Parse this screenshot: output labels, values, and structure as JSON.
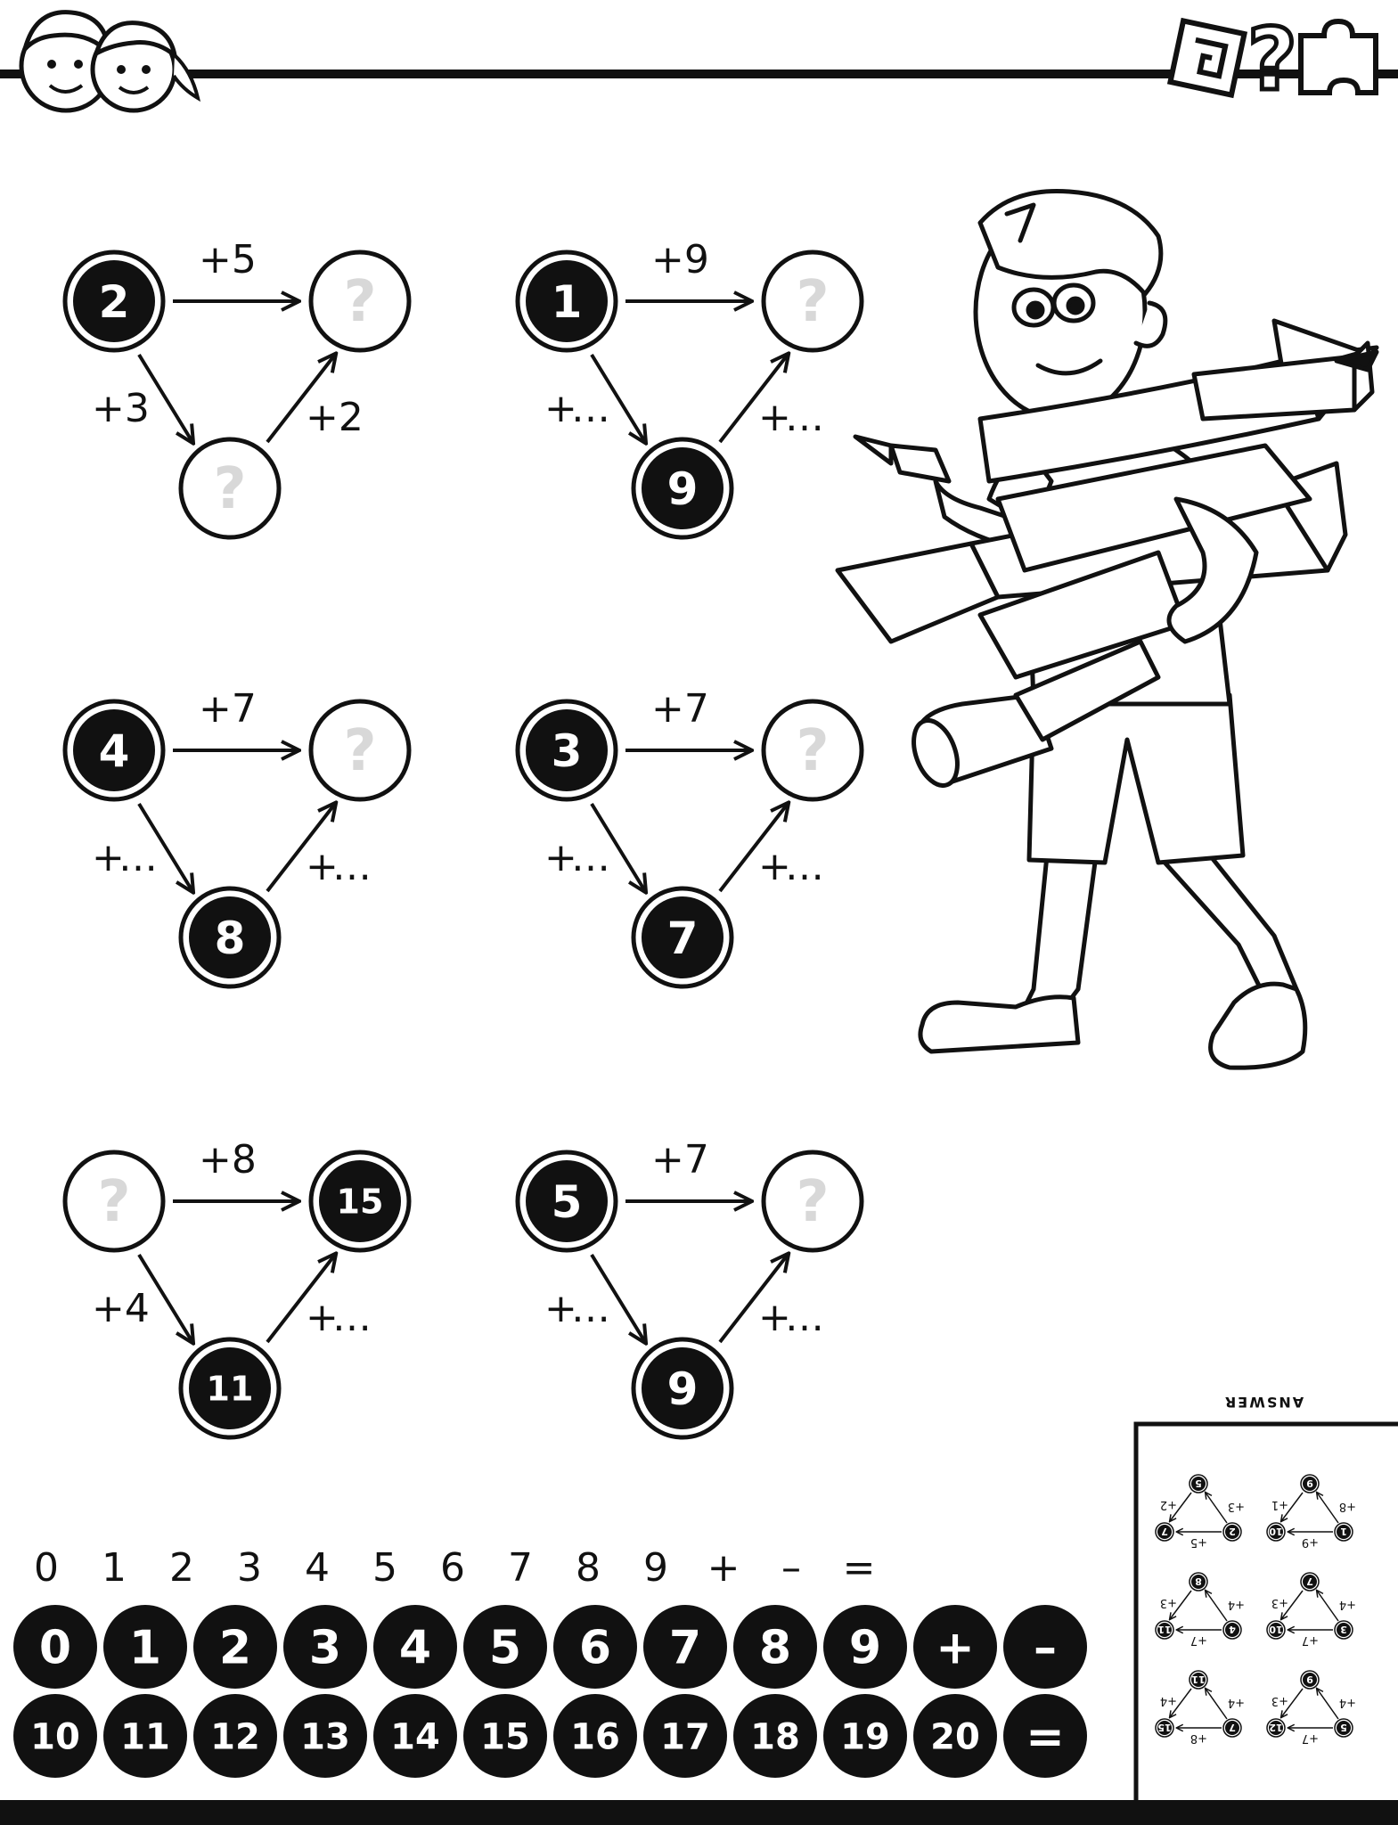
{
  "colors": {
    "ink": "#111111",
    "paper": "#ffffff",
    "hint": "#d8d8d8"
  },
  "header": {
    "left_icon": "kids-faces-icon",
    "right_icon": "puzzle-question-icon"
  },
  "puzzles": [
    {
      "a": "2",
      "b": "?",
      "c": "?",
      "top": "+5",
      "left": "+3",
      "right": "+2"
    },
    {
      "a": "1",
      "b": "?",
      "c": "9",
      "top": "+9",
      "left": "+…",
      "right": "+…"
    },
    {
      "a": "4",
      "b": "?",
      "c": "8",
      "top": "+7",
      "left": "+…",
      "right": "+…"
    },
    {
      "a": "3",
      "b": "?",
      "c": "7",
      "top": "+7",
      "left": "+…",
      "right": "+…"
    },
    {
      "a": "?",
      "b": "15",
      "c": "11",
      "top": "+8",
      "left": "+4",
      "right": "+…"
    },
    {
      "a": "5",
      "b": "?",
      "c": "9",
      "top": "+7",
      "left": "+…",
      "right": "+…"
    }
  ],
  "symbols_row": [
    "0",
    "1",
    "2",
    "3",
    "4",
    "5",
    "6",
    "7",
    "8",
    "9",
    "+",
    "–",
    "="
  ],
  "stickers_row1": [
    "0",
    "1",
    "2",
    "3",
    "4",
    "5",
    "6",
    "7",
    "8",
    "9",
    "+",
    "–"
  ],
  "stickers_row2": [
    "10",
    "11",
    "12",
    "13",
    "14",
    "15",
    "16",
    "17",
    "18",
    "19",
    "20",
    "="
  ],
  "answer": {
    "title": "ANSWER",
    "puzzles": [
      {
        "a": "2",
        "b": "7",
        "c": "5",
        "top": "+5",
        "left": "+3",
        "right": "+2"
      },
      {
        "a": "1",
        "b": "10",
        "c": "9",
        "top": "+9",
        "left": "+8",
        "right": "+1"
      },
      {
        "a": "4",
        "b": "11",
        "c": "8",
        "top": "+7",
        "left": "+4",
        "right": "+3"
      },
      {
        "a": "3",
        "b": "10",
        "c": "7",
        "top": "+7",
        "left": "+4",
        "right": "+3"
      },
      {
        "a": "7",
        "b": "15",
        "c": "11",
        "top": "+8",
        "left": "+4",
        "right": "+4"
      },
      {
        "a": "5",
        "b": "12",
        "c": "9",
        "top": "+7",
        "left": "+4",
        "right": "+3"
      }
    ]
  }
}
